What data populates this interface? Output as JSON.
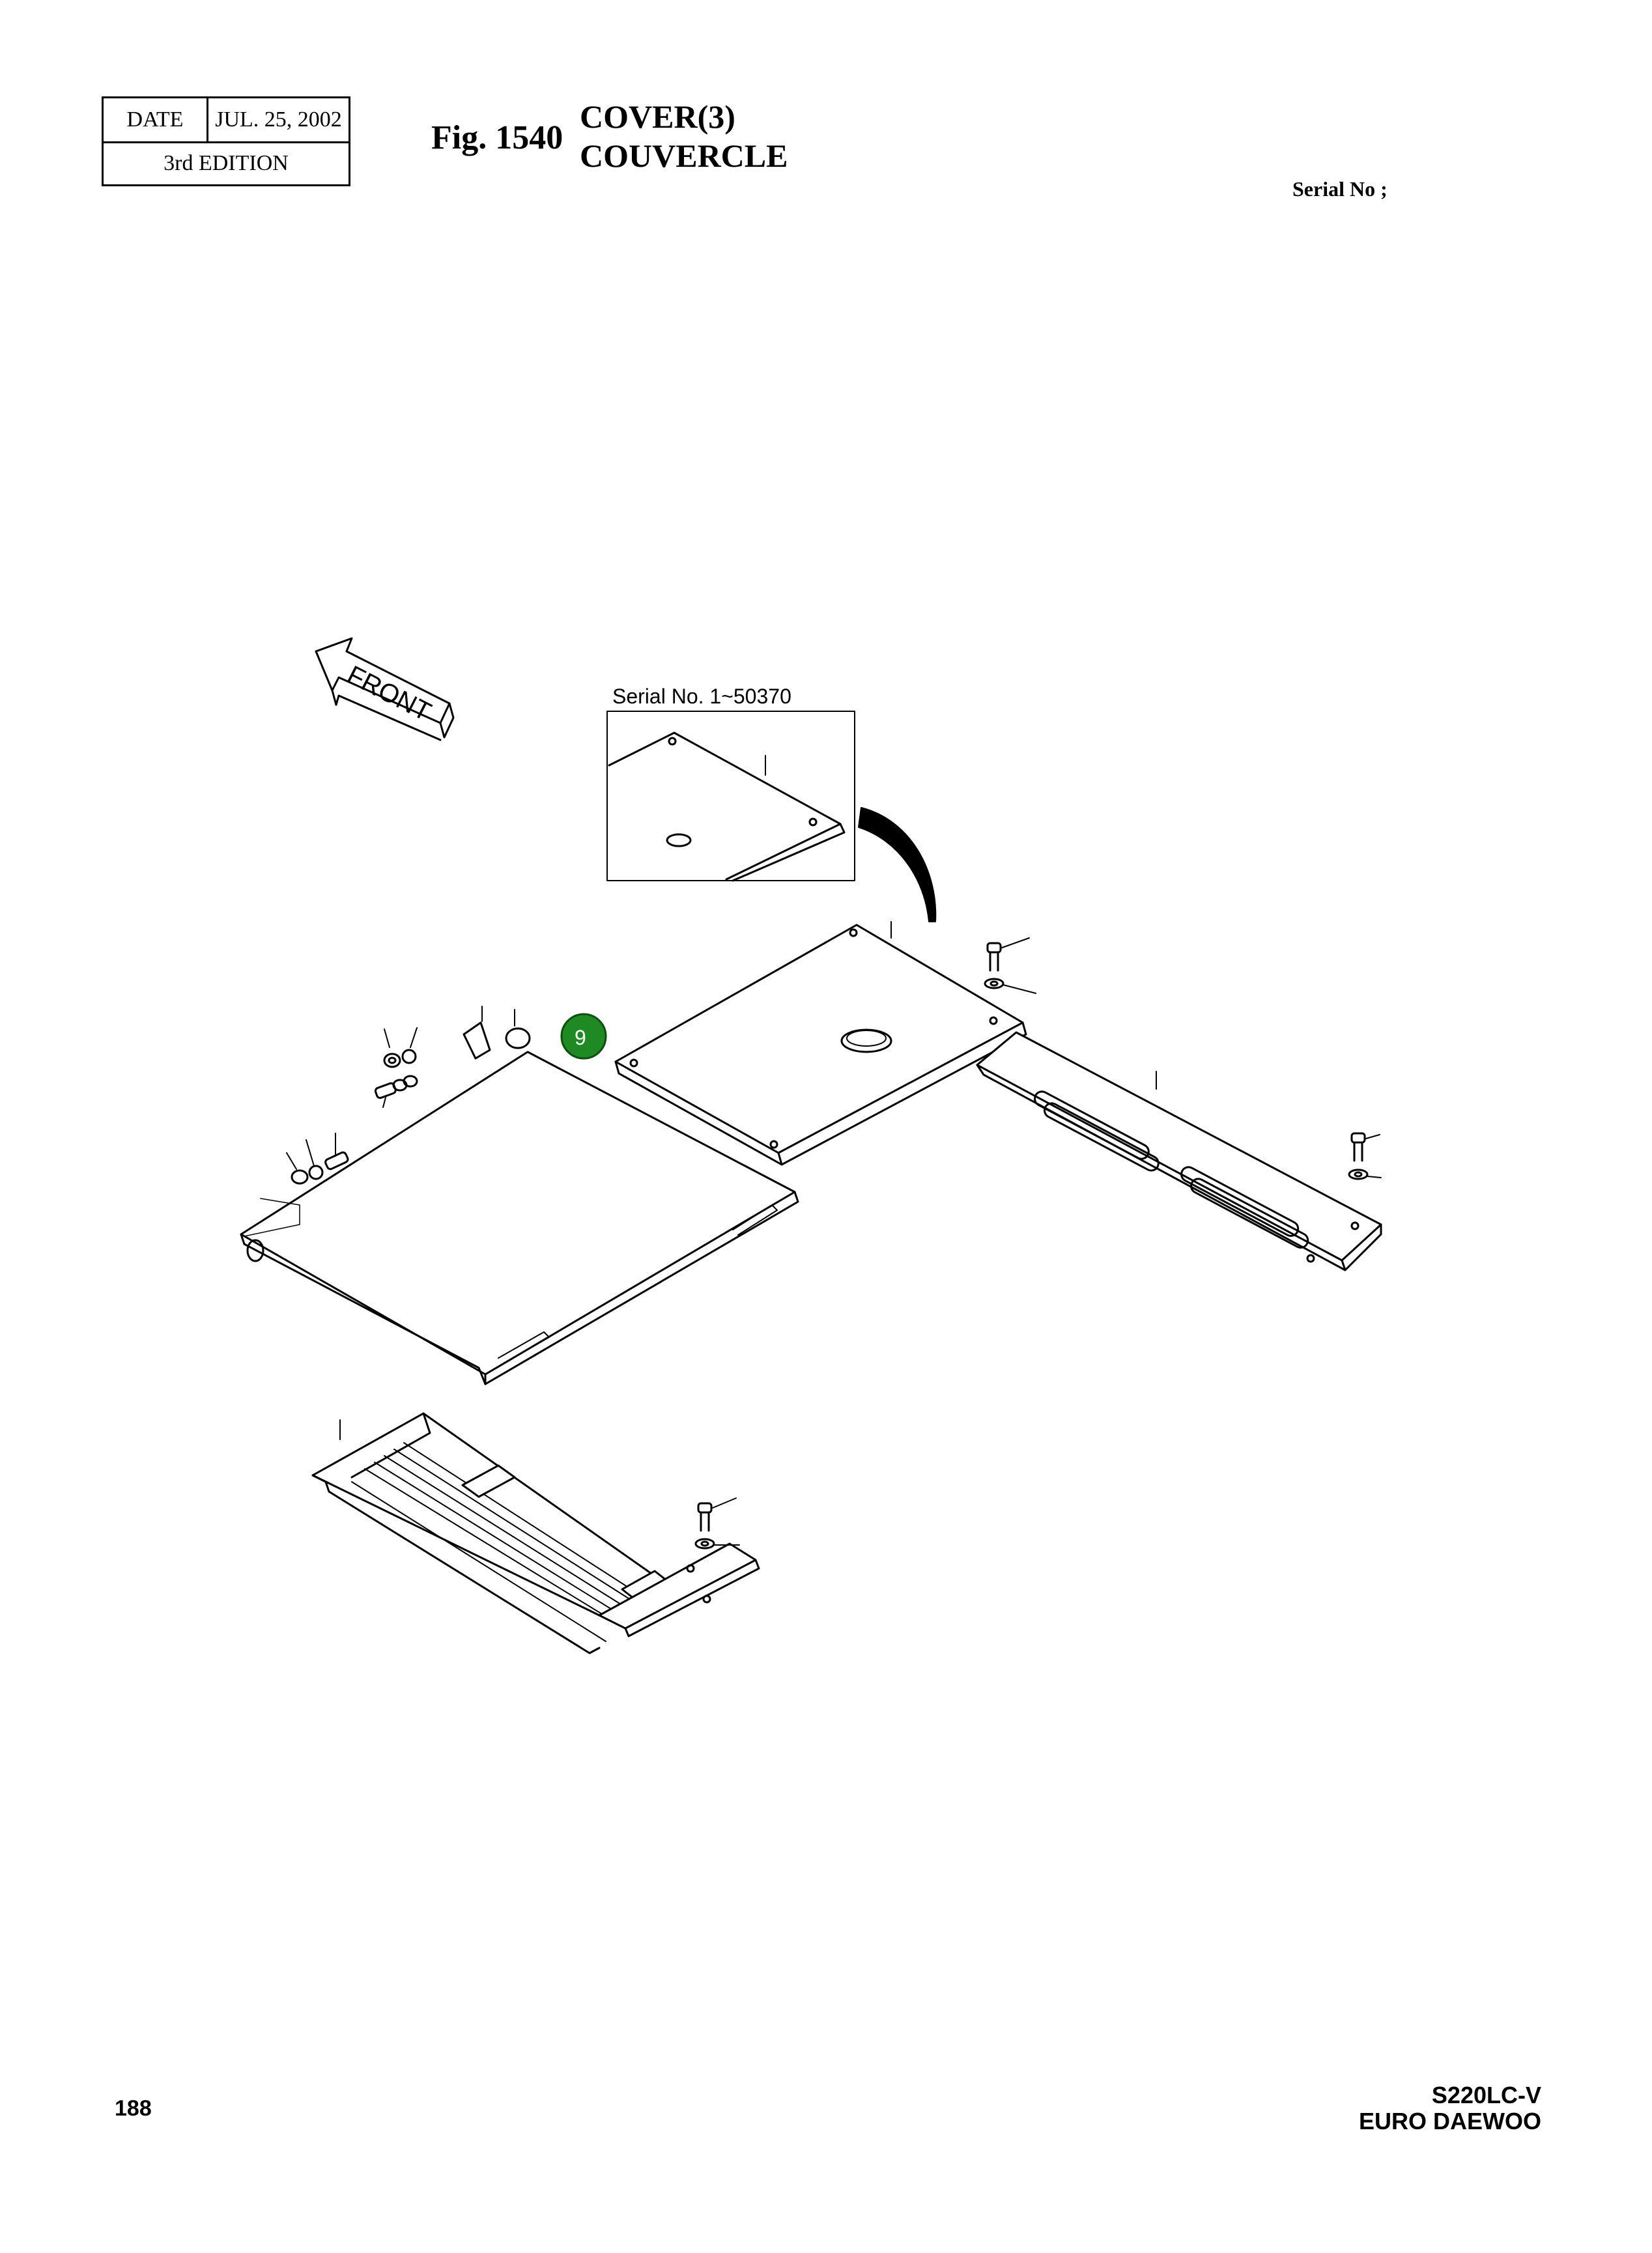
{
  "header": {
    "date_label": "DATE",
    "date_value": "JUL. 25, 2002",
    "edition": "3rd  EDITION"
  },
  "figure": {
    "number": "Fig. 1540",
    "title_en": "COVER(3)",
    "title_fr": "COUVERCLE",
    "serial_no": "Serial No ;"
  },
  "diagram": {
    "front_arrow_label": "FRONT",
    "inset_label": "Serial No. 1~50370",
    "callout_label": "9",
    "callout_color": "#1f8a24"
  },
  "footer": {
    "page_number": "188",
    "model": "S220LC-V",
    "brand": "EURO DAEWOO"
  }
}
